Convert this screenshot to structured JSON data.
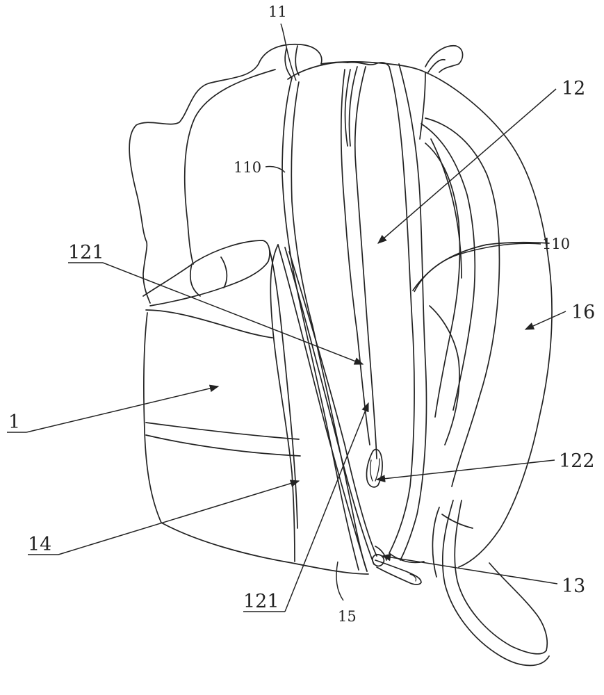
{
  "labels": {
    "l11": "11",
    "l110a": "110",
    "l110b": "110",
    "l12": "12",
    "l121a": "121",
    "l121b": "121",
    "l16": "16",
    "l1": "1",
    "l122": "122",
    "l14": "14",
    "l13": "13",
    "l15": "15"
  }
}
